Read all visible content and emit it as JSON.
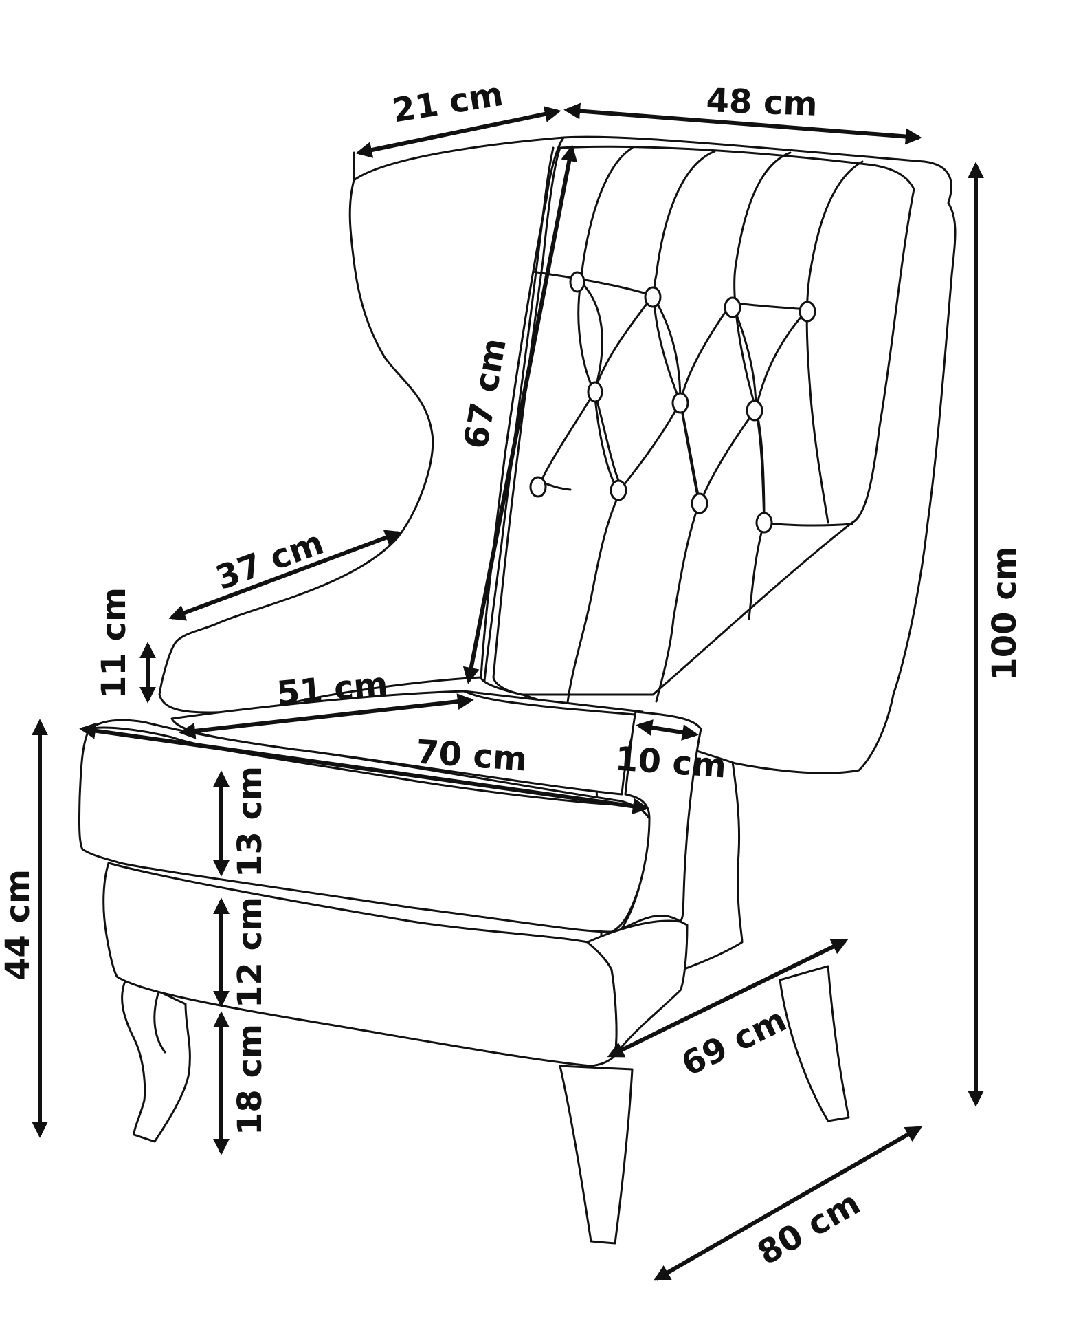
{
  "labels": {
    "wing_width": "21 cm",
    "back_width": "48 cm",
    "back_height": "67 cm",
    "arm_depth": "37 cm",
    "arm_height": "11 cm",
    "seat_width": "51 cm",
    "seat_depth": "70 cm",
    "arm_width": "10 cm",
    "seat_height": "44 cm",
    "cushion_height": "13 cm",
    "base_height": "12 cm",
    "leg_height": "18 cm",
    "total_height": "100 cm",
    "frame_depth": "69 cm",
    "total_depth": "80 cm"
  },
  "colors": {
    "ink": "#111111",
    "background": "#ffffff"
  }
}
